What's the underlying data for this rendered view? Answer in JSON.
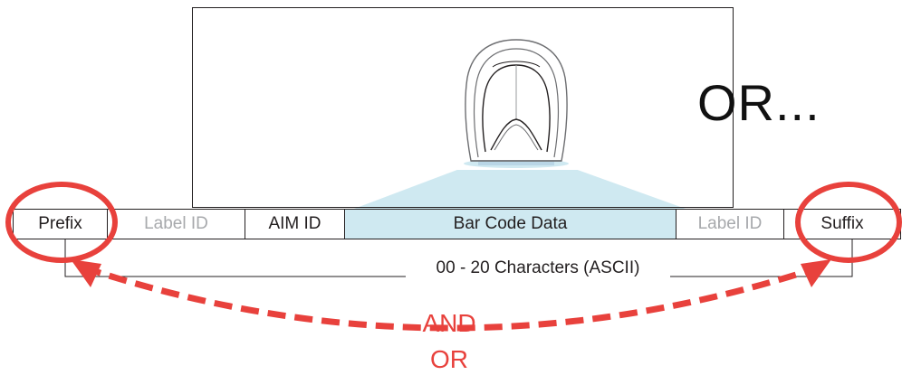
{
  "diagram": {
    "or_text": "OR...",
    "fields": [
      {
        "label": "Prefix",
        "style": "normal",
        "circled": true
      },
      {
        "label": "Label ID",
        "style": "muted",
        "circled": false
      },
      {
        "label": "AIM ID",
        "style": "normal",
        "circled": false
      },
      {
        "label": "Bar Code Data",
        "style": "highlight",
        "circled": false
      },
      {
        "label": "Label ID",
        "style": "muted",
        "circled": false
      },
      {
        "label": "Suffix",
        "style": "normal",
        "circled": true
      }
    ],
    "range_label": "00 - 20 Characters (ASCII)",
    "connector_labels": {
      "and": "AND",
      "or": "OR"
    },
    "colors": {
      "accent_red": "#e8413c",
      "highlight_blue": "#cfe9f1",
      "muted_text": "#a7a9ac",
      "line": "#231f20"
    },
    "icons": {
      "scanner": "barcode-scanner-icon",
      "arrow": "double-headed-arrow-icon"
    }
  }
}
